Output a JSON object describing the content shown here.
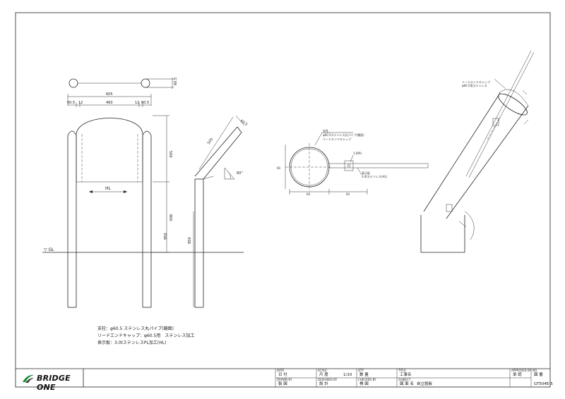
{
  "dimensions": {
    "d605": "605",
    "d60_5_a": "60.5",
    "d12_a": "12",
    "d460": "460",
    "d12_b": "12",
    "d60_5_b": "60.5",
    "d800": "800",
    "d950_front": "950",
    "d950_side": "950",
    "d500": "500",
    "d60_5_top": "60.5",
    "d60_5_side": "60.5",
    "angle": "60°",
    "gl": "▽ GL",
    "hl": "HL"
  },
  "notes": [
    "支柱：φ60.5 ステンレス丸パイプ(鏡面)",
    "リードエンドキャップ：φ60.5用　ステンレス加工",
    "表示板：3.0tステンレスPL加工(HL)"
  ],
  "title_block": {
    "brand": "BRIDGE ONE",
    "date_label": "DATE",
    "date_value": "日 付",
    "scale_label": "SCALE",
    "scale_value": "尺 度",
    "scale_ratio": "1/10",
    "qty_label": "QTY",
    "qty_value": "数 量",
    "title_label": "TITLE",
    "title_value": "工事名",
    "approved_label": "APPROVED BY",
    "approved_value": "承 認",
    "no_label": "NO.",
    "no_value": "図 番",
    "drawn_label": "DRAWN BY",
    "drawn_value": "製 図",
    "designed_label": "DESIGNED BY",
    "designed_value": "設 計",
    "checked_label": "CHECKED BY",
    "checked_value": "検 図",
    "subject_label": "SUBJECT",
    "subject_name_label": "図 面 名",
    "subject_value": "自立銘板",
    "drawing_no": "GT504E-5"
  }
}
